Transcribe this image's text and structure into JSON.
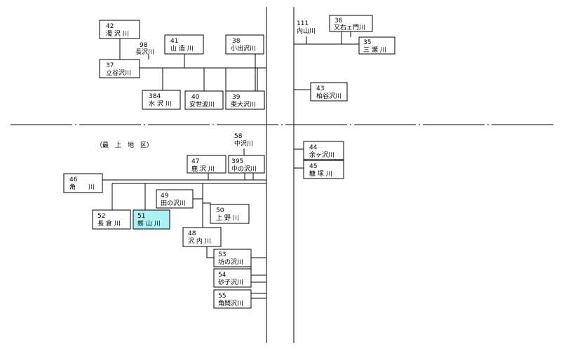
{
  "region_label": "（最　上　地　区）",
  "colors": {
    "highlight": "#aaf0f4",
    "line": "#000000",
    "background": "#ffffff"
  },
  "rivers": {
    "r42": {
      "num": "42",
      "name": "濁 沢 川"
    },
    "r98": {
      "num": "98",
      "name": "長沢川"
    },
    "r37": {
      "num": "37",
      "name": "立谷沢川"
    },
    "r41": {
      "num": "41",
      "name": "山 造 川"
    },
    "r38": {
      "num": "38",
      "name": "小出沢川"
    },
    "r384": {
      "num": "384",
      "name": "水 沢 川"
    },
    "r40": {
      "num": "40",
      "name": "安世波川"
    },
    "r39": {
      "num": "39",
      "name": "東大沢川"
    },
    "r111": {
      "num": "111",
      "name": "内山川"
    },
    "r36": {
      "num": "36",
      "name": "又右ェ門川"
    },
    "r35": {
      "num": "35",
      "name": "三 瀬 川"
    },
    "r43": {
      "num": "43",
      "name": "柏谷沢川"
    },
    "r58": {
      "num": "58",
      "name": "中沢川"
    },
    "r47": {
      "num": "47",
      "name": "鹿 沢 川"
    },
    "r395": {
      "num": "395",
      "name": "中の沢川"
    },
    "r46": {
      "num": "46",
      "name": "角　　川"
    },
    "r49": {
      "num": "49",
      "name": "田の沢川"
    },
    "r50": {
      "num": "50",
      "name": "上 野 川"
    },
    "r52": {
      "num": "52",
      "name": "長 倉 川"
    },
    "r51": {
      "num": "51",
      "name": "栃 山 川"
    },
    "r48": {
      "num": "48",
      "name": "沢 内 川"
    },
    "r53": {
      "num": "53",
      "name": "坊の沢川"
    },
    "r54": {
      "num": "54",
      "name": "砂子沢川"
    },
    "r55": {
      "num": "55",
      "name": "角間沢川"
    },
    "r44": {
      "num": "44",
      "name": "余ヶ沢川"
    },
    "r45": {
      "num": "45",
      "name": "糠 塚 川"
    }
  }
}
